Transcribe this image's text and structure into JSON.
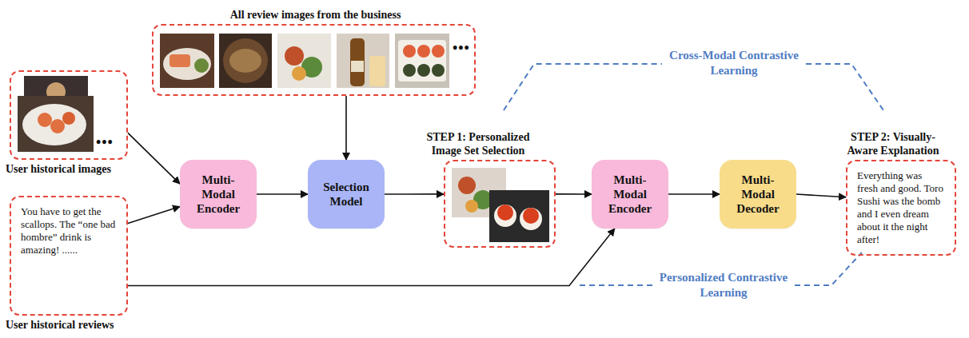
{
  "diagram": {
    "nodes": [
      {
        "text": [
          "All review images from the business"
        ]
      },
      {
        "text": [
          "User historical images"
        ]
      },
      {
        "text": [
          "You have to get the scallops. The “one bad hombre” drink is amazing! ......",
          "User historical reviews"
        ]
      },
      {
        "text": [
          "Multi-Modal Encoder"
        ]
      },
      {
        "text": [
          "Selection Model"
        ]
      },
      {
        "text": [
          "STEP 1: Personalized Image Set Selection"
        ]
      },
      {
        "text": [
          "Multi-Modal Encoder"
        ]
      },
      {
        "text": [
          "Multi-Modal Decoder"
        ]
      },
      {
        "text": [
          "Everything was fresh and good. Toro Sushi was the bomb and I even dream about it the night after!",
          "STEP 2: Visually-Aware Explanation"
        ]
      }
    ],
    "edges": [
      {
        "from": 1,
        "to": 3,
        "arrow": "to"
      },
      {
        "from": 2,
        "to": 3,
        "arrow": "to"
      },
      {
        "from": 0,
        "to": 4,
        "arrow": "to"
      },
      {
        "from": 3,
        "to": 4,
        "arrow": "to"
      },
      {
        "from": 4,
        "to": 5,
        "arrow": "to"
      },
      {
        "from": 5,
        "to": 6,
        "arrow": "to"
      },
      {
        "from": 2,
        "to": 6,
        "arrow": "to"
      },
      {
        "from": 6,
        "to": 7,
        "arrow": "to"
      },
      {
        "from": 7,
        "to": 8,
        "arrow": "to"
      }
    ],
    "labels": [
      "•••",
      "•••",
      "Cross-Modal Contrastive Learning",
      "Personalized Contrastive Learning"
    ]
  }
}
